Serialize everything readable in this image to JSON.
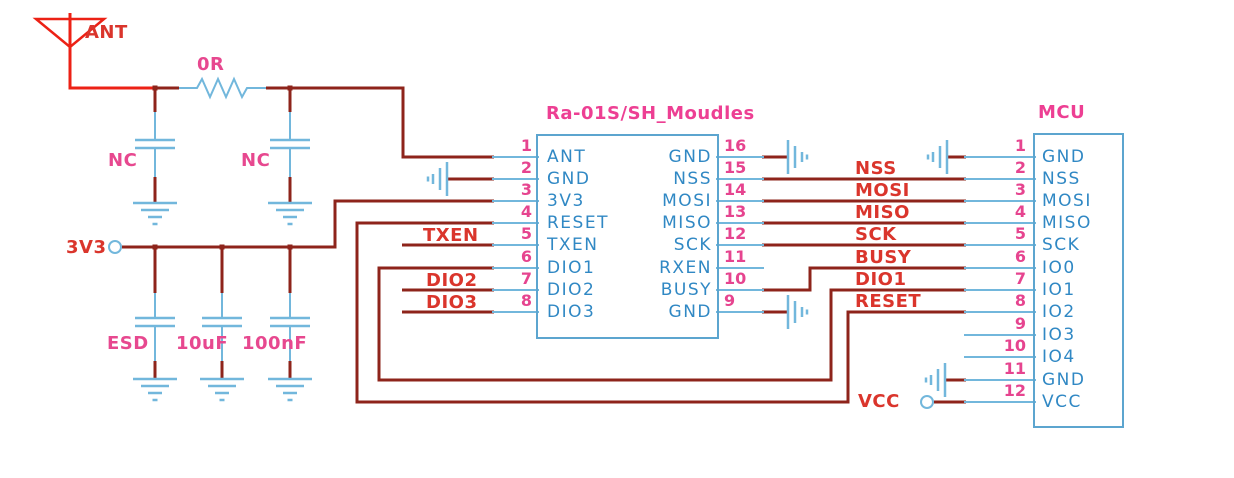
{
  "module": {
    "title": "Ra-01S/SH_Moudles",
    "left_pins": [
      {
        "num": "1",
        "name": "ANT"
      },
      {
        "num": "2",
        "name": "GND"
      },
      {
        "num": "3",
        "name": "3V3"
      },
      {
        "num": "4",
        "name": "RESET"
      },
      {
        "num": "5",
        "name": "TXEN"
      },
      {
        "num": "6",
        "name": "DIO1"
      },
      {
        "num": "7",
        "name": "DIO2"
      },
      {
        "num": "8",
        "name": "DIO3"
      }
    ],
    "right_pins": [
      {
        "num": "16",
        "name": "GND"
      },
      {
        "num": "15",
        "name": "NSS"
      },
      {
        "num": "14",
        "name": "MOSI"
      },
      {
        "num": "13",
        "name": "MISO"
      },
      {
        "num": "12",
        "name": "SCK"
      },
      {
        "num": "11",
        "name": "RXEN"
      },
      {
        "num": "10",
        "name": "BUSY"
      },
      {
        "num": "9",
        "name": "GND"
      }
    ]
  },
  "mcu": {
    "title": "MCU",
    "pins": [
      {
        "num": "1",
        "name": "GND"
      },
      {
        "num": "2",
        "name": "NSS"
      },
      {
        "num": "3",
        "name": "MOSI"
      },
      {
        "num": "4",
        "name": "MISO"
      },
      {
        "num": "5",
        "name": "SCK"
      },
      {
        "num": "6",
        "name": "IO0"
      },
      {
        "num": "7",
        "name": "IO1"
      },
      {
        "num": "8",
        "name": "IO2"
      },
      {
        "num": "9",
        "name": "IO3"
      },
      {
        "num": "10",
        "name": "IO4"
      },
      {
        "num": "11",
        "name": "GND"
      },
      {
        "num": "12",
        "name": "VCC"
      }
    ]
  },
  "labels": {
    "ant": "ANT",
    "r_value": "0R",
    "nc_left": "NC",
    "nc_right": "NC",
    "v33": "3V3",
    "esd": "ESD",
    "cap_10uf": "10uF",
    "cap_100nf": "100nF",
    "txen": "TXEN",
    "dio2": "DIO2",
    "dio3": "DIO3",
    "vcc": "VCC"
  },
  "nets": {
    "nss": "NSS",
    "mosi": "MOSI",
    "miso": "MISO",
    "sck": "SCK",
    "busy": "BUSY",
    "dio1": "DIO1",
    "reset": "RESET"
  },
  "colors": {
    "wire_dark": "#8e241b",
    "wire_bright": "#ec2115",
    "symbol_cyan": "#72b7dc",
    "box_outline": "#5ca5cf",
    "pin_name_blue": "#3088c4",
    "pin_number_pink": "#e6448f",
    "net_label_red": "#da352c",
    "component_label_pink": "#e7488f"
  }
}
